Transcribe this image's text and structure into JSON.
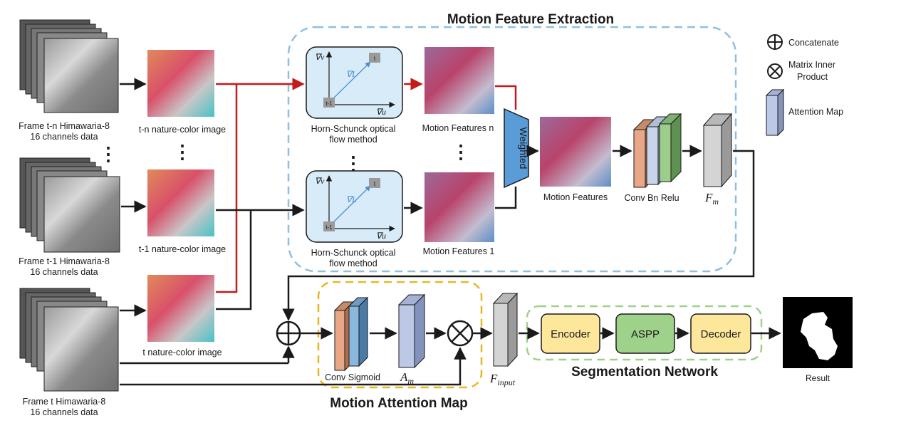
{
  "titles": {
    "motion_feature_extraction": "Motion Feature Extraction",
    "motion_attention_map": "Motion Attention Map",
    "segmentation_network": "Segmentation Network"
  },
  "frames": [
    {
      "line1": "Frame t-n Himawaria-8",
      "line2": "16 channels data"
    },
    {
      "line1": "Frame t-1 Himawaria-8",
      "line2": "16 channels data"
    },
    {
      "line1": "Frame t Himawaria-8",
      "line2": "16 channels data"
    }
  ],
  "nature_color": [
    "t-n nature-color image",
    "t-1 nature-color image",
    "t nature-color image"
  ],
  "optical_flow": {
    "line1": "Horn-Schunck optical",
    "line2": "flow method",
    "axis_v": "∇v",
    "axis_u": "∇u",
    "vector": "∇L",
    "start": "t-1",
    "end": "t"
  },
  "motion_features": {
    "n": "Motion Features  n",
    "one": "Motion Features 1",
    "combined": "Motion Features"
  },
  "weighted": "Weighted",
  "conv_bn_relu": "Conv Bn Relu",
  "fm": {
    "base": "F",
    "sub": "m"
  },
  "conv_sigmoid": "Conv Sigmoid",
  "am": {
    "base": "A",
    "sub": "m"
  },
  "finput": {
    "base": "F",
    "sub": "input"
  },
  "segmentation": {
    "encoder": "Encoder",
    "aspp": "ASPP",
    "decoder": "Decoder"
  },
  "result": "Result",
  "legend": {
    "concatenate": "Concatenate",
    "matrix_line1": "Matrix Inner",
    "matrix_line2": "Product",
    "attention": "Attention Map"
  },
  "ellipsis": "⋮"
}
